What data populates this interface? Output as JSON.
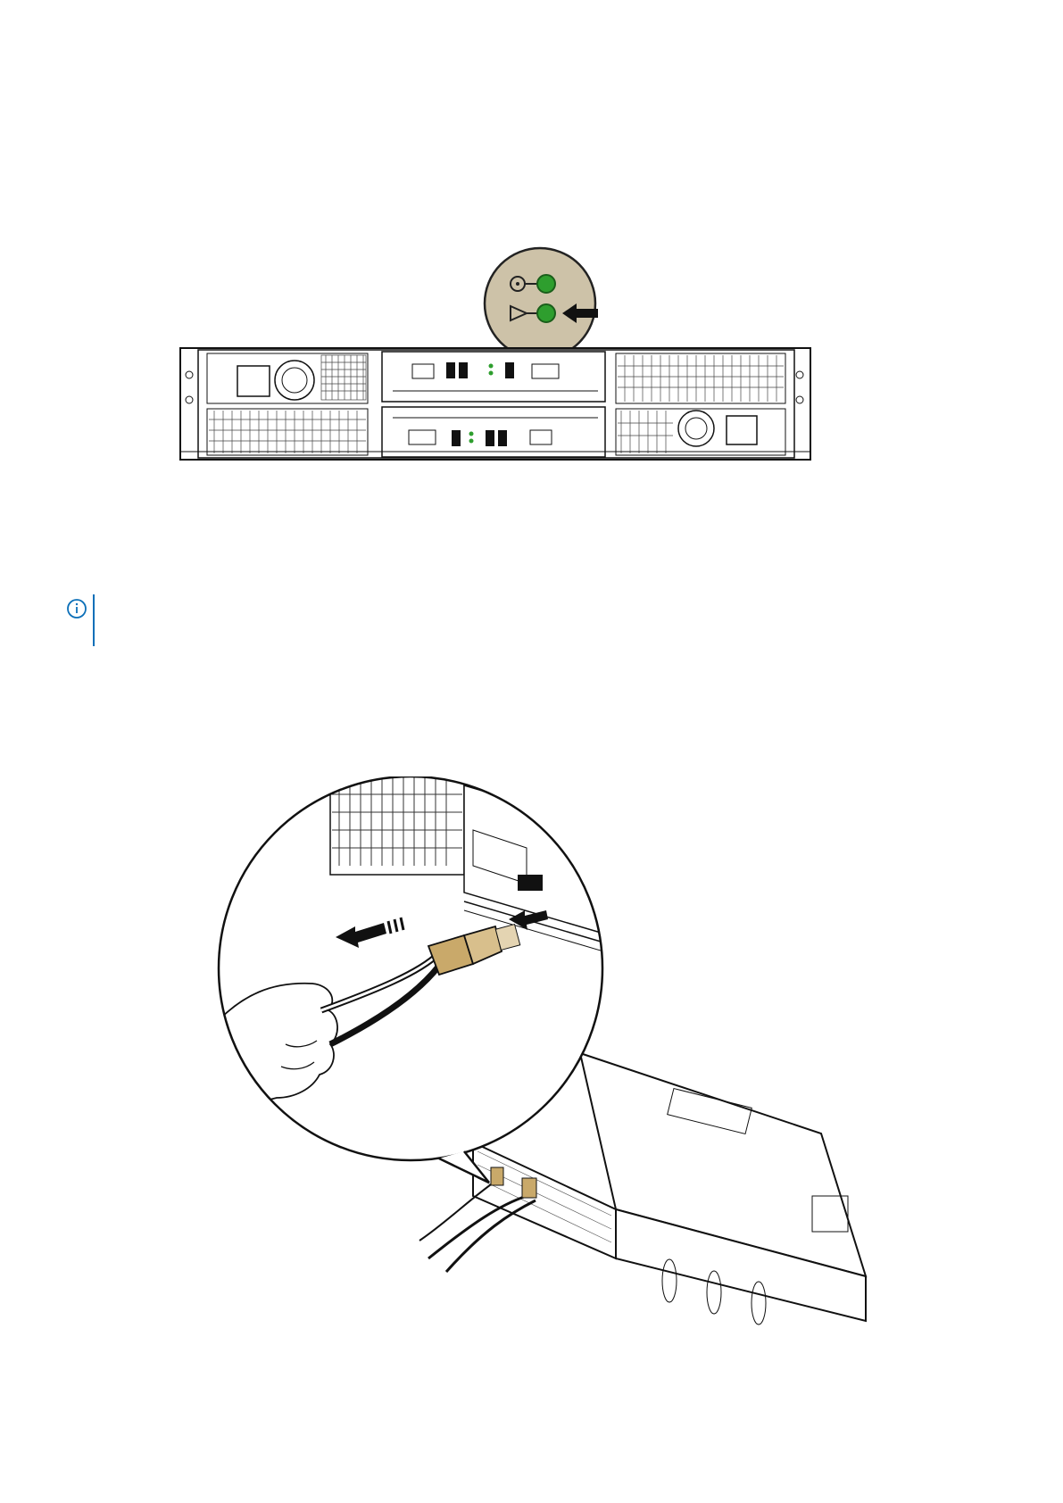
{
  "figures": [
    {
      "id": "figure-enclosure-rear-led",
      "led_status": [
        "power",
        "fault"
      ],
      "led_color": "#2e9e2e",
      "callout_color": "#cdc2a8",
      "arrow_target": "fault-led"
    },
    {
      "id": "figure-cable-removal",
      "connector_color": "#c9a96a",
      "action": "pull-connector-out"
    }
  ],
  "note": {
    "icon": "info-icon",
    "accent_color": "#0b6fb8"
  }
}
